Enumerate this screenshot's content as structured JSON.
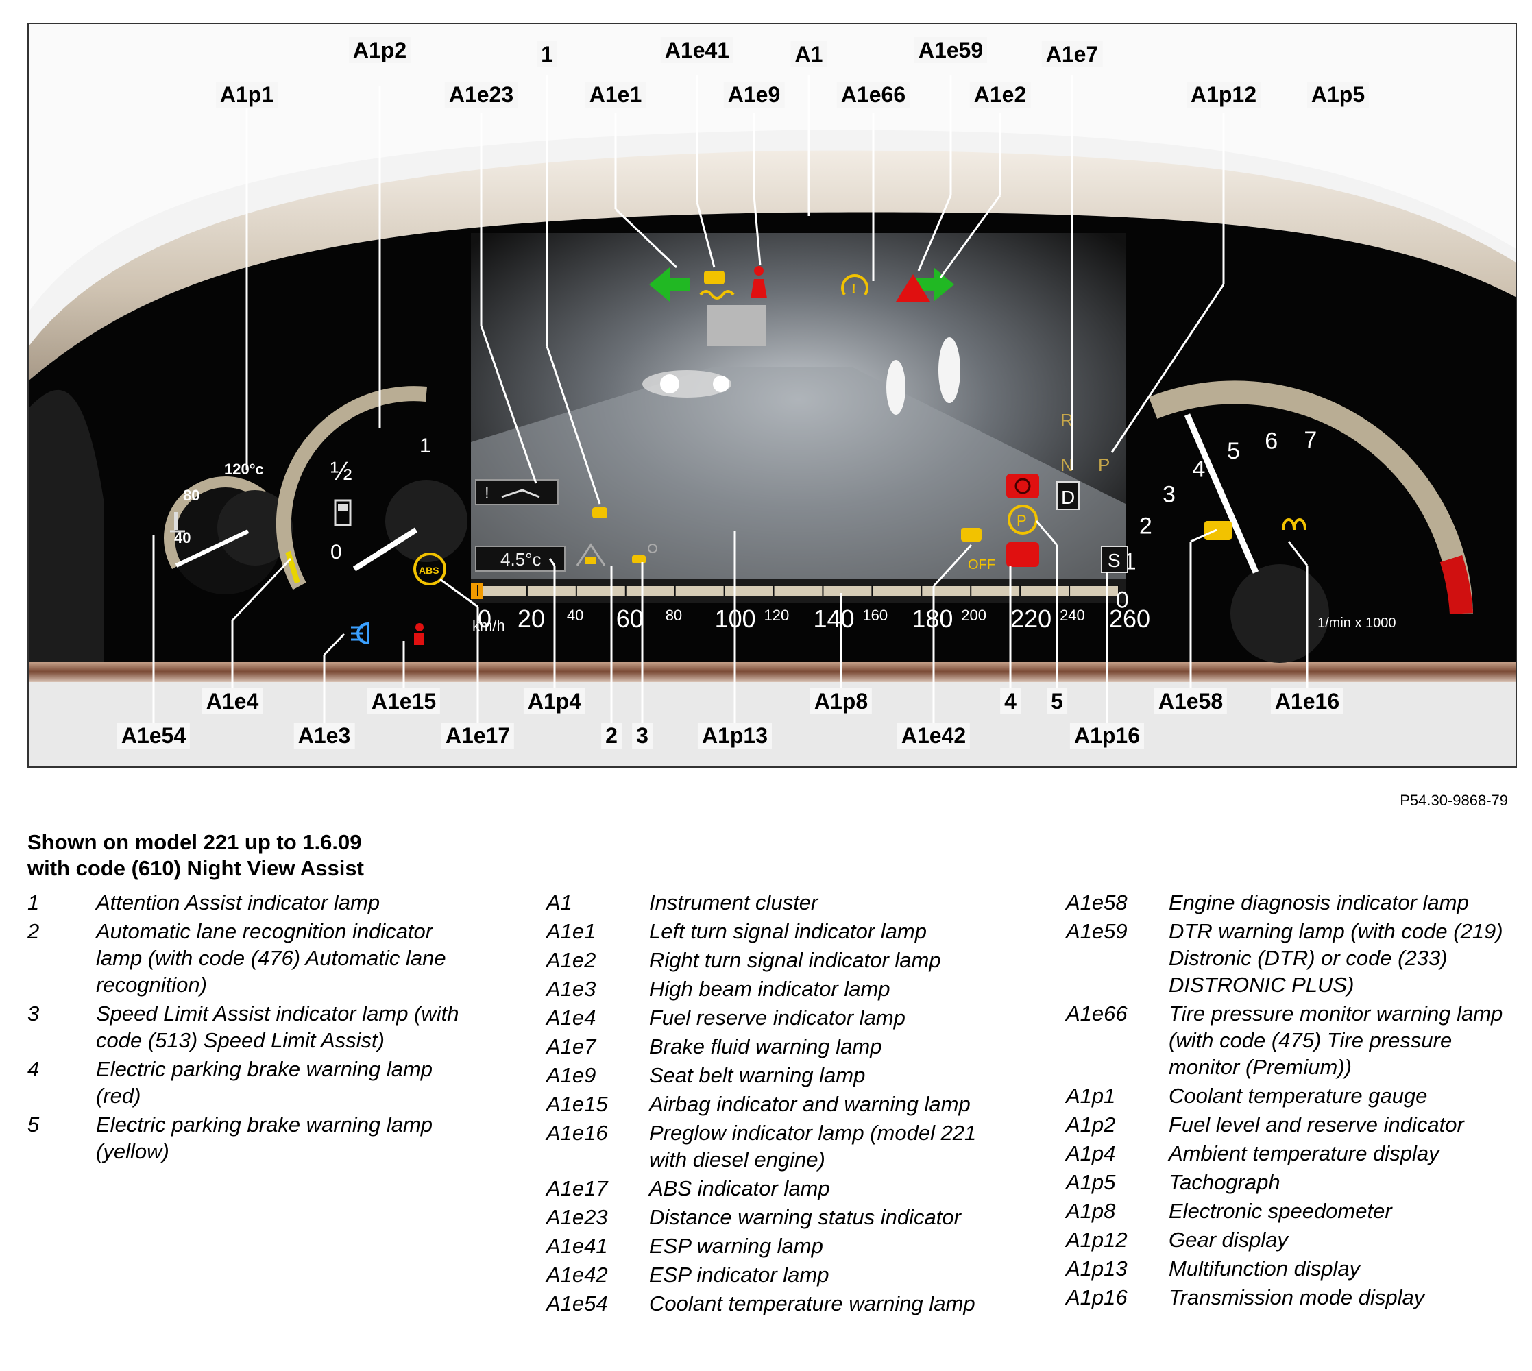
{
  "callouts": {
    "A1p1": "A1p1",
    "A1p2": "A1p2",
    "A1e23": "A1e23",
    "c1": "1",
    "A1e1": "A1e1",
    "A1e41": "A1e41",
    "A1e9": "A1e9",
    "A1": "A1",
    "A1e66": "A1e66",
    "A1e59": "A1e59",
    "A1e2": "A1e2",
    "A1e7": "A1e7",
    "A1p12": "A1p12",
    "A1p5": "A1p5",
    "A1e54": "A1e54",
    "A1e4": "A1e4",
    "A1e3": "A1e3",
    "A1e15": "A1e15",
    "A1e17": "A1e17",
    "A1p4": "A1p4",
    "c2": "2",
    "c3": "3",
    "A1p13": "A1p13",
    "A1p8": "A1p8",
    "A1e42": "A1e42",
    "c4": "4",
    "c5": "5",
    "A1p16": "A1p16",
    "A1e58": "A1e58",
    "A1e16": "A1e16"
  },
  "cluster": {
    "coolant_120": "120°c",
    "coolant_80": "80",
    "coolant_40": "40",
    "fuel_one": "1",
    "fuel_half": "½",
    "fuel_zero": "0",
    "ambient_temp": "4.5°c",
    "speed_unit": "km/h",
    "speed_ticks": [
      "0",
      "20",
      "40",
      "60",
      "80",
      "100",
      "120",
      "140",
      "160",
      "180",
      "200",
      "220",
      "240",
      "260"
    ],
    "gear_R": "R",
    "gear_N": "N",
    "gear_P": "P",
    "gear_D": "D",
    "trans_mode": "S",
    "esp_off": "OFF",
    "abs": "ABS",
    "park_p": "P",
    "rpm_ticks": [
      "0",
      "1",
      "2",
      "3",
      "4",
      "5",
      "6",
      "7"
    ],
    "rpm_unit": "1/min x 1000"
  },
  "colors": {
    "green_signal": "#21b823",
    "red_warning": "#e01010",
    "amber": "#f2c200",
    "high_beam_blue": "#3aa0ff"
  },
  "figure_id": "P54.30-9868-79",
  "heading": {
    "line1": "Shown on model 221 up to 1.6.09",
    "line2": "with code (610) Night View Assist"
  },
  "legend_col1": [
    {
      "code": "1",
      "desc": "Attention Assist indicator lamp"
    },
    {
      "code": "2",
      "desc": "Automatic lane recognition indicator lamp (with code (476) Automatic lane recognition)"
    },
    {
      "code": "3",
      "desc": "Speed Limit Assist indicator lamp (with code (513) Speed Limit Assist)"
    },
    {
      "code": "4",
      "desc": "Electric parking brake warning lamp (red)"
    },
    {
      "code": "5",
      "desc": "Electric parking brake warning lamp (yellow)"
    }
  ],
  "legend_col2": [
    {
      "code": "A1",
      "desc": "Instrument cluster"
    },
    {
      "code": "A1e1",
      "desc": "Left turn signal indicator lamp"
    },
    {
      "code": "A1e2",
      "desc": "Right turn signal indicator lamp"
    },
    {
      "code": "A1e3",
      "desc": "High beam indicator lamp"
    },
    {
      "code": "A1e4",
      "desc": "Fuel reserve indicator lamp"
    },
    {
      "code": "A1e7",
      "desc": "Brake fluid warning lamp"
    },
    {
      "code": "A1e9",
      "desc": "Seat belt warning lamp"
    },
    {
      "code": "A1e15",
      "desc": "Airbag indicator and warning lamp"
    },
    {
      "code": "A1e16",
      "desc": "Preglow indicator lamp (model 221 with diesel engine)"
    },
    {
      "code": "A1e17",
      "desc": "ABS indicator lamp"
    },
    {
      "code": "A1e23",
      "desc": "Distance warning status indicator"
    },
    {
      "code": "A1e41",
      "desc": "ESP warning lamp"
    },
    {
      "code": "A1e42",
      "desc": "ESP indicator lamp"
    },
    {
      "code": "A1e54",
      "desc": "Coolant temperature warning lamp"
    }
  ],
  "legend_col3": [
    {
      "code": "A1e58",
      "desc": "Engine diagnosis indicator lamp"
    },
    {
      "code": "A1e59",
      "desc": "DTR warning lamp (with code (219) Distronic (DTR) or code (233) DISTRONIC PLUS)"
    },
    {
      "code": "A1e66",
      "desc": "Tire pressure monitor warning lamp (with code (475) Tire pressure monitor (Premium))"
    },
    {
      "code": "A1p1",
      "desc": "Coolant temperature gauge"
    },
    {
      "code": "A1p2",
      "desc": "Fuel level and reserve indicator"
    },
    {
      "code": "A1p4",
      "desc": "Ambient temperature display"
    },
    {
      "code": "A1p5",
      "desc": "Tachograph"
    },
    {
      "code": "A1p8",
      "desc": "Electronic speedometer"
    },
    {
      "code": "A1p12",
      "desc": "Gear display"
    },
    {
      "code": "A1p13",
      "desc": "Multifunction display"
    },
    {
      "code": "A1p16",
      "desc": "Transmission mode display"
    }
  ]
}
